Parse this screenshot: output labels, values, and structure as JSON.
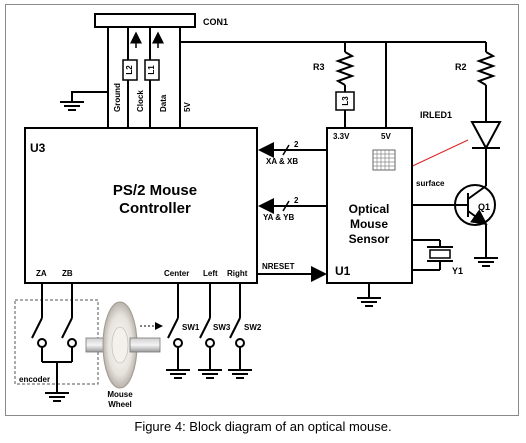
{
  "connector": {
    "name": "CON1",
    "pins": [
      "Ground",
      "Clock",
      "Data",
      "5V"
    ],
    "inductors": [
      "L2",
      "L1"
    ]
  },
  "controller": {
    "ref": "U3",
    "title_line1": "PS/2 Mouse",
    "title_line2": "Controller",
    "pins": [
      "ZA",
      "ZB",
      "Center",
      "Left",
      "Right"
    ]
  },
  "sensor": {
    "ref": "U1",
    "title_line1": "Optical",
    "title_line2": "Mouse",
    "title_line3": "Sensor",
    "pin_33v": "3.3V",
    "pin_5v": "5V",
    "surface_label": "surface"
  },
  "buses": [
    {
      "label": "XA & XB",
      "width": "2"
    },
    {
      "label": "YA & YB",
      "width": "2"
    },
    {
      "label": "NRESET",
      "width": ""
    }
  ],
  "components": {
    "r3": "R3",
    "l3": "L3",
    "r2": "R2",
    "irled": "IRLED1",
    "q1": "Q1",
    "y1": "Y1",
    "sw1": "SW1",
    "sw2": "SW2",
    "sw3": "SW3",
    "encoder": "encoder",
    "wheel_line1": "Mouse",
    "wheel_line2": "Wheel"
  },
  "caption": "Figure 4: Block diagram of an optical mouse."
}
